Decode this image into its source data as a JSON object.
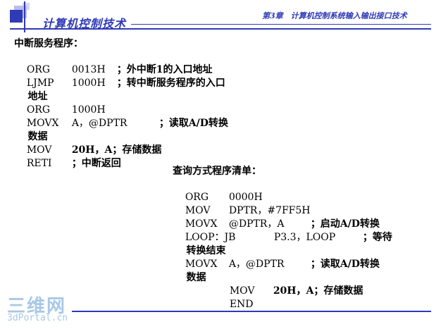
{
  "header": {
    "title": "计算机控制技术",
    "chapter": "第3章　计算机控制系统输入输出接口技术"
  },
  "block1": {
    "heading": "中断服务程序：",
    "lines": [
      {
        "a": "ORG",
        "b": "0013H",
        "c": "；外中断1的入口地址"
      },
      {
        "a": "LJMP",
        "b": "1000H",
        "c": "；转中断服务程序的入口"
      },
      {
        "a": "地址",
        "b": "",
        "c": ""
      },
      {
        "a": "ORG",
        "b": "1000H",
        "c": ""
      },
      {
        "a": "MOVX",
        "b": "A，@DPTR",
        "c": "；读取A/D转换"
      },
      {
        "a": "数据",
        "b": "",
        "c": ""
      },
      {
        "a": "MOV",
        "b": "20H，A；存储数据",
        "c": ""
      },
      {
        "a": "RETI",
        "b": "；中断返回",
        "c": ""
      }
    ]
  },
  "block2": {
    "heading": "查询方式程序清单：",
    "lines": [
      {
        "a": "ORG",
        "b": "0000H",
        "c": ""
      },
      {
        "a": "MOV",
        "b": "DPTR，#7FF5H",
        "c": ""
      },
      {
        "a": "MOVX",
        "b": "@DPTR，A",
        "c": "；启动A/D转换"
      },
      {
        "a": "LOOP：JB",
        "b": "P3.3，LOOP",
        "c": "；等待"
      },
      {
        "a": "转换结束",
        "b": "",
        "c": ""
      },
      {
        "a": "MOVX",
        "b": "A，@DPTR",
        "c": "；读取A/D转换"
      },
      {
        "a": "数据",
        "b": "",
        "c": ""
      },
      {
        "a": "MOV",
        "b": "20H，A；存储数据",
        "c": ""
      },
      {
        "a": "END",
        "b": "",
        "c": ""
      }
    ]
  },
  "watermark": {
    "top": "三维网",
    "bottom": "3dPortal.cn"
  }
}
